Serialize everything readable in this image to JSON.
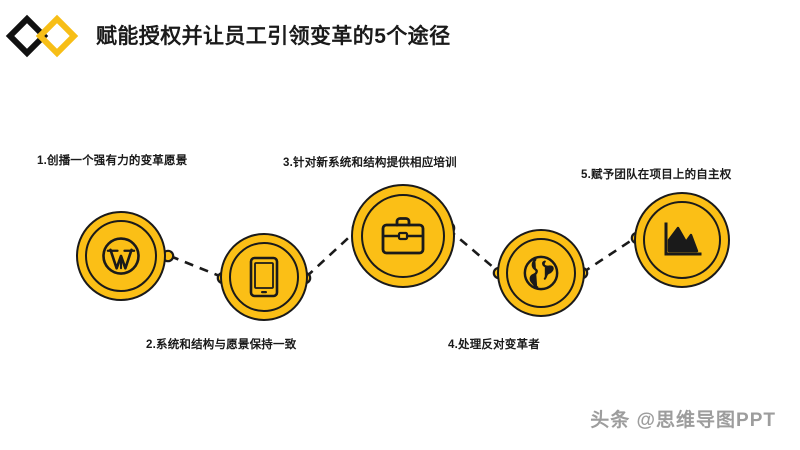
{
  "slide": {
    "title": "赋能授权并让员工引领变革的5个途径",
    "background_color": "#FFFFFF",
    "accent_color": "#FBBF16",
    "dark_color": "#1A1A1A"
  },
  "logo": {
    "name": "double-diamond-logo",
    "diamond_dark_color": "#111111",
    "diamond_gold_color": "#F7BE16"
  },
  "diagram": {
    "type": "process-flow",
    "node_count": 5,
    "connector_style": "dashed",
    "nodes": [
      {
        "index": "1",
        "caption": "1.创播一个强有力的变革愿景",
        "icon": "wordpress-w-icon",
        "caption_position": "above"
      },
      {
        "index": "2",
        "caption": "2.系统和结构与愿景保持一致",
        "icon": "tablet-device-icon",
        "caption_position": "below"
      },
      {
        "index": "3",
        "caption": "3.针对新系统和结构提供相应培训",
        "icon": "briefcase-icon",
        "caption_position": "above"
      },
      {
        "index": "4",
        "caption": "4.处理反对变革者",
        "icon": "globe-icon",
        "caption_position": "below"
      },
      {
        "index": "5",
        "caption": "5.赋予团队在项目上的自主权",
        "icon": "area-chart-icon",
        "caption_position": "above"
      }
    ]
  },
  "watermark": {
    "text": "头条 @思维导图PPT"
  }
}
